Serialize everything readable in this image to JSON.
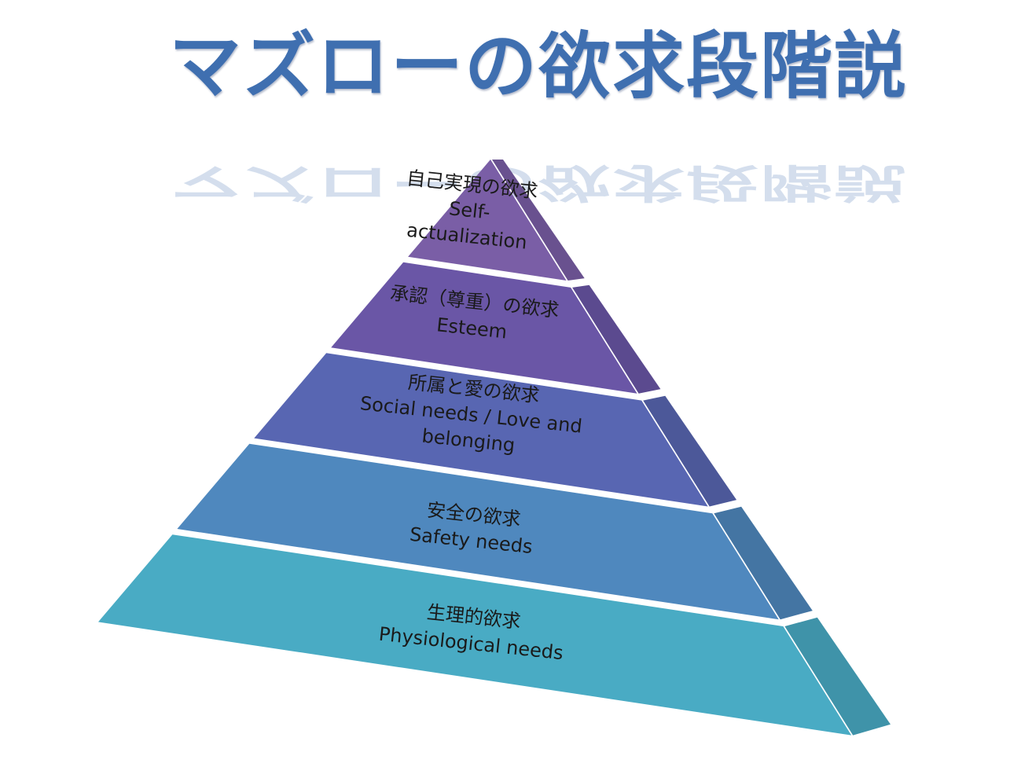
{
  "title": "マズローの欲求段階説",
  "tiers": [
    {
      "id": "self-actualization",
      "lines": [
        "自己実現の欲求",
        "Self-",
        "actualization"
      ],
      "color": "#7a5ea6"
    },
    {
      "id": "esteem",
      "lines": [
        "承認（尊重）の欲求",
        "Esteem"
      ],
      "color": "#6a56a6"
    },
    {
      "id": "social-needs",
      "lines": [
        "所属と愛の欲求",
        "Social needs / Love and",
        "belonging"
      ],
      "color": "#5866b2"
    },
    {
      "id": "safety-needs",
      "lines": [
        "安全の欲求",
        "Safety needs"
      ],
      "color": "#4f88be"
    },
    {
      "id": "physiological-needs",
      "lines": [
        "生理的欲求",
        "Physiological needs"
      ],
      "color": "#49abc4"
    }
  ]
}
